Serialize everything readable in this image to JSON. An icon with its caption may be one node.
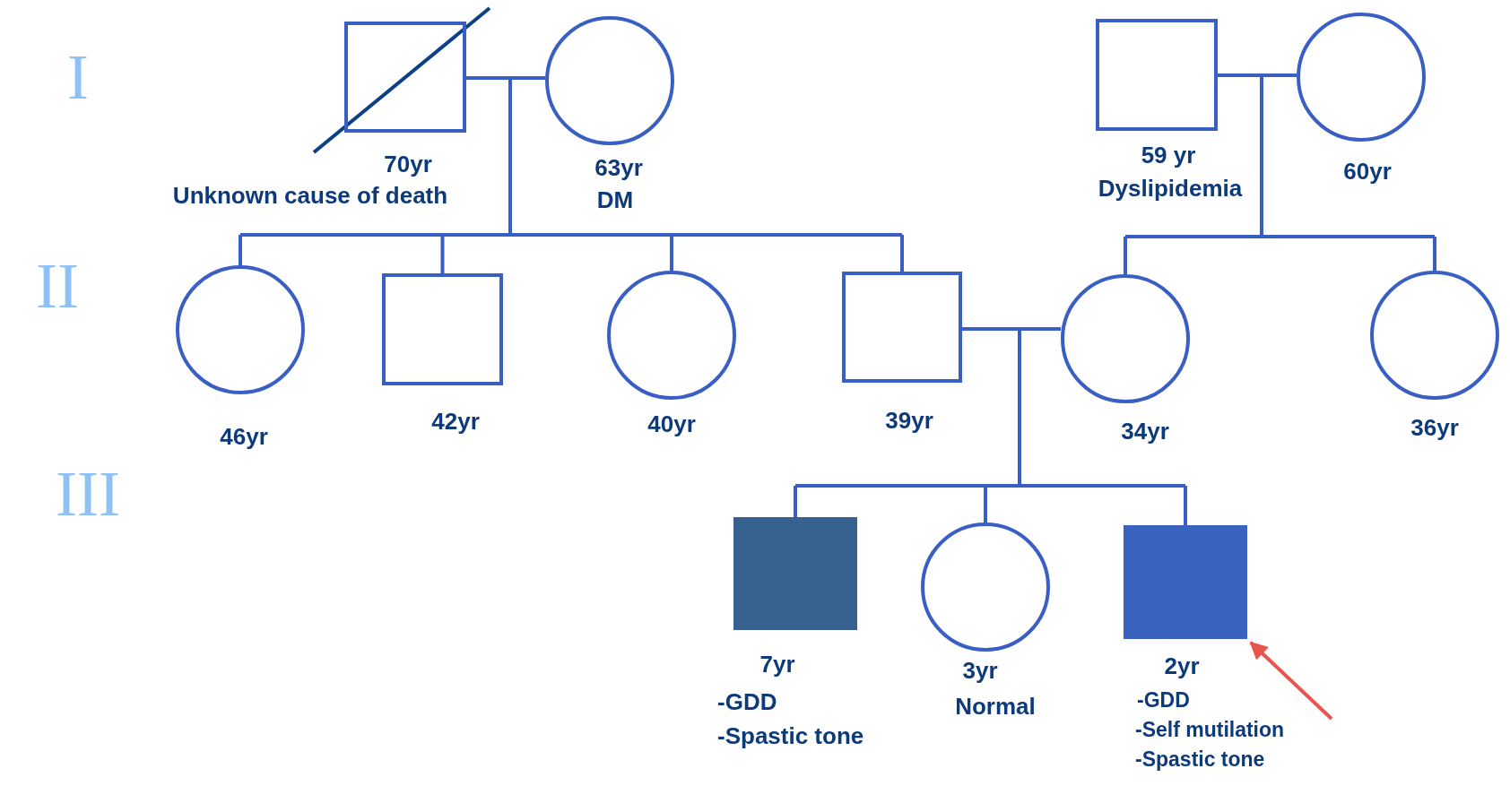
{
  "diagram": {
    "nodes": [
      {
        "text": [],
        "shape": "box",
        "beside": [
          "70yr",
          "Unknown cause of death"
        ]
      },
      {
        "text": [],
        "shape": "circle",
        "beside": [
          "63yr",
          "DM"
        ]
      },
      {
        "text": [],
        "shape": "box",
        "beside": [
          "59 yr",
          "Dyslipidemia"
        ]
      },
      {
        "text": [],
        "shape": "circle",
        "beside": [
          "60yr"
        ]
      },
      {
        "text": [],
        "shape": "circle",
        "beside": [
          "46yr"
        ]
      },
      {
        "text": [],
        "shape": "box",
        "beside": [
          "42yr"
        ]
      },
      {
        "text": [],
        "shape": "circle",
        "beside": [
          "40yr"
        ]
      },
      {
        "text": [],
        "shape": "box",
        "beside": [
          "39yr"
        ]
      },
      {
        "text": [],
        "shape": "circle",
        "beside": [
          "34yr"
        ]
      },
      {
        "text": [],
        "shape": "circle",
        "beside": [
          "36yr"
        ]
      },
      {
        "text": [],
        "shape": "box",
        "beside": [
          "7yr",
          "-GDD",
          "-Spastic tone"
        ]
      },
      {
        "text": [],
        "shape": "circle",
        "beside": [
          "3yr",
          "Normal"
        ]
      },
      {
        "text": [],
        "shape": "box",
        "beside": [
          "2yr",
          "-GDD",
          "-Self mutilation",
          "-Spastic tone"
        ]
      }
    ],
    "edges": [
      {
        "from": 0,
        "to": 1,
        "arrow": "none"
      },
      {
        "from": 0,
        "to": 4,
        "arrow": "none"
      },
      {
        "from": 1,
        "to": 4,
        "arrow": "none"
      },
      {
        "from": 0,
        "to": 5,
        "arrow": "none"
      },
      {
        "from": 1,
        "to": 5,
        "arrow": "none"
      },
      {
        "from": 0,
        "to": 6,
        "arrow": "none"
      },
      {
        "from": 1,
        "to": 6,
        "arrow": "none"
      },
      {
        "from": 0,
        "to": 7,
        "arrow": "none"
      },
      {
        "from": 1,
        "to": 7,
        "arrow": "none"
      },
      {
        "from": 2,
        "to": 3,
        "arrow": "none"
      },
      {
        "from": 2,
        "to": 8,
        "arrow": "none"
      },
      {
        "from": 3,
        "to": 8,
        "arrow": "none"
      },
      {
        "from": 2,
        "to": 9,
        "arrow": "none"
      },
      {
        "from": 3,
        "to": 9,
        "arrow": "none"
      },
      {
        "from": 7,
        "to": 8,
        "arrow": "none"
      },
      {
        "from": 7,
        "to": 10,
        "arrow": "none"
      },
      {
        "from": 8,
        "to": 10,
        "arrow": "none"
      },
      {
        "from": 7,
        "to": 11,
        "arrow": "none"
      },
      {
        "from": 8,
        "to": 11,
        "arrow": "none"
      },
      {
        "from": 7,
        "to": 12,
        "arrow": "none"
      },
      {
        "from": 8,
        "to": 12,
        "arrow": "none"
      },
      {
        "from": null,
        "to": 12,
        "arrow": "to",
        "color": "#e8554e"
      }
    ],
    "labels": [
      "I",
      "II",
      "III"
    ]
  }
}
